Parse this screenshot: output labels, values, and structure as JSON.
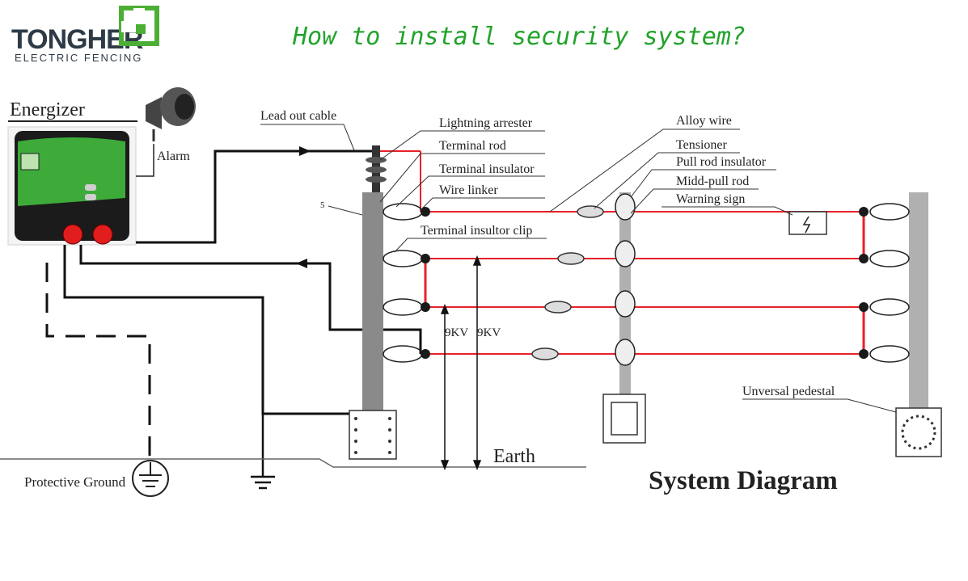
{
  "header": {
    "brand_name": "TONGHER",
    "brand_tagline": "ELECTRIC FENCING",
    "title": "How to install security system?"
  },
  "labels": {
    "energizer": "Energizer",
    "alarm": "Alarm",
    "lead_out_cable": "Lead out cable",
    "lightning_arrester": "Lightning arrester",
    "terminal_rod": "Terminal rod",
    "terminal_insulator": "Terminal insulator",
    "wire_linker": "Wire linker",
    "terminal_insulator_clip": "Terminal insultor clip",
    "alloy_wire": "Alloy wire",
    "tensioner": "Tensioner",
    "pull_rod_insulator": "Pull rod insulator",
    "midd_pull_rod": "Midd-pull rod",
    "warning_sign": "Warning sign",
    "universal_pedestal": "Unversal pedestal",
    "voltage_left": "9KV",
    "voltage_right": "9KV",
    "earth": "Earth",
    "protective_ground": "Protective Ground",
    "system_diagram": "System Diagram",
    "post_marker": "5"
  },
  "colors": {
    "wire": "#e8202a",
    "post": "#8a8a8a",
    "brand_green": "#4caf35",
    "title_green": "#22a32b",
    "energizer_body": "#1b1b1b",
    "energizer_face": "#3daa3a",
    "knob": "#e11d1d"
  }
}
